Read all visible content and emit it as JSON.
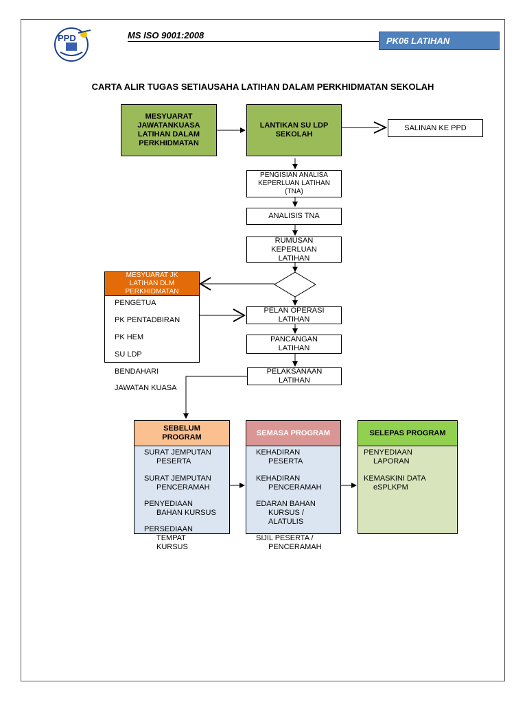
{
  "header": {
    "standard": "MS ISO 9001:2008",
    "code": "PK06 LATIHAN",
    "logo_text": "PPD"
  },
  "title": "CARTA ALIR TUGAS SETIAUSAHA LATIHAN DALAM PERKHIDMATAN SEKOLAH",
  "nodes": {
    "mesyuarat": [
      "MESYUARAT",
      "JAWATANKUASA",
      "LATIHAN DALAM",
      "PERKHIDMATAN"
    ],
    "lantikan": [
      "LANTIKAN SU LDP",
      "SEKOLAH"
    ],
    "salinan": "SALINAN KE PPD",
    "pengisian": [
      "PENGISIAN ANALISA",
      "KEPERLUAN LATIHAN",
      "(TNA)"
    ],
    "analisis": "ANALISIS TNA",
    "rumusan": [
      "RUMUSAN",
      "KEPERLUAN",
      "LATIHAN"
    ],
    "mesyuarat_jk": [
      "MESYUARAT JK",
      "LATIHAN DLM",
      "PERKHIDMATAN"
    ],
    "pelan": [
      "PELAN OPERASI",
      "LATIHAN"
    ],
    "pancangan": [
      "PANCANGAN",
      "LATIHAN"
    ],
    "pelaksanaan": [
      "PELAKSANAAN",
      "LATIHAN"
    ]
  },
  "members": [
    "PENGETUA",
    "PK PENTADBIRAN",
    "PK HEM",
    "SU LDP",
    "BENDAHARI",
    "JAWATAN KUASA"
  ],
  "phases": {
    "sebelum": {
      "title": [
        "SEBELUM",
        "PROGRAM"
      ],
      "items": [
        [
          "SURAT JEMPUTAN",
          "PESERTA"
        ],
        [
          "SURAT JEMPUTAN",
          "PENCERAMAH"
        ],
        [
          "PENYEDIAAN",
          "BAHAN KURSUS"
        ],
        [
          "PERSEDIAAN",
          "TEMPAT",
          "KURSUS"
        ]
      ]
    },
    "semasa": {
      "title": "SEMASA PROGRAM",
      "items": [
        [
          "KEHADIRAN",
          "PESERTA"
        ],
        [
          "KEHADIRAN",
          "PENCERAMAH"
        ],
        [
          "EDARAN BAHAN",
          "KURSUS /",
          "ALATULIS"
        ],
        [
          "SIJIL PESERTA /",
          "PENCERAMAH"
        ]
      ]
    },
    "selepas": {
      "title": "SELEPAS PROGRAM",
      "items": [
        [
          "PENYEDIAAN",
          "LAPORAN"
        ],
        [
          "KEMASKINI DATA",
          "eSPLKPM"
        ]
      ]
    }
  },
  "colors": {
    "green": "#9bbb59",
    "orange": "#e36c09",
    "header_blue": "#4f81bd",
    "peach": "#fac090",
    "rose": "#d99694",
    "light_blue": "#dbe5f1",
    "light_green": "#d7e4bc",
    "bright_green": "#92d050"
  }
}
